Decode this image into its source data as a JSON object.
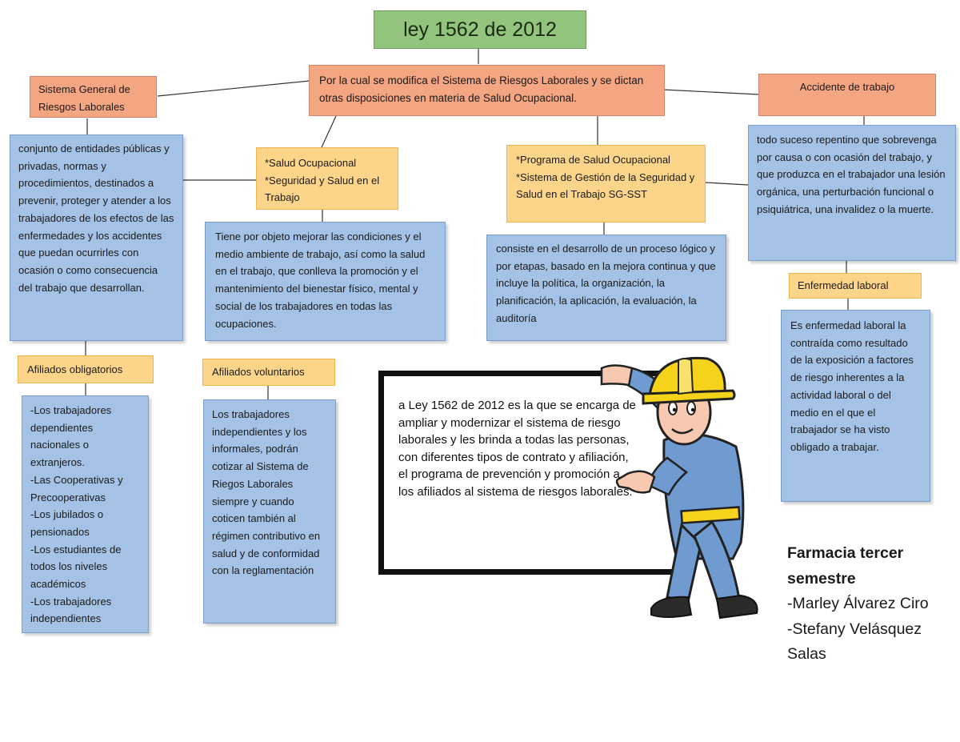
{
  "title": "ley 1562 de 2012",
  "definition": "Por la cual se modifica el Sistema de Riesgos Laborales y se dictan otras disposiciones en materia de Salud Ocupacional.",
  "left": {
    "heading": "Sistema General de Riesgos Laborales",
    "description": "conjunto de entidades públicas y privadas, normas y procedimientos, destinados a prevenir, proteger y atender a los trabajadores de los efectos de las enfermedades y los accidentes que puedan ocurrirles con ocasión o como consecuencia del trabajo que desarrollan.",
    "affiliates_mandatory": {
      "label": "Afiliados obligatorios",
      "items": "-Los trabajadores dependientes nacionales o extranjeros.\n-Las Cooperativas y Precooperativas\n-Los jubilados o pensionados\n-Los estudiantes de todos los niveles académicos\n-Los trabajadores independientes"
    }
  },
  "center_left": {
    "heading": "*Salud Ocupacional\n*Seguridad y Salud en el Trabajo",
    "description": "Tiene por objeto mejorar las condiciones y el medio ambiente de trabajo, así como la salud en el trabajo, que conlleva la promoción y el mantenimiento del bienestar físico, mental y social de los trabajadores en todas las ocupaciones.",
    "affiliates_voluntary": {
      "label": "Afiliados voluntarios",
      "items": "Los trabajadores independientes y los informales, podrán cotizar al Sistema de Riegos Laborales siempre y cuando coticen también al régimen contributivo en salud y de conformidad con la reglamentación"
    }
  },
  "center_right": {
    "heading": "*Programa de Salud Ocupacional\n*Sistema de Gestión de la Seguridad y Salud en el Trabajo SG-SST",
    "description": "consiste en el desarrollo de un proceso lógico y por etapas, basado en la mejora continua y que incluye la política, la organización, la planificación, la aplicación, la evaluación, la auditoría"
  },
  "right": {
    "heading": "Accidente de trabajo",
    "description": "todo suceso repentino que sobrevenga por causa o con ocasión del trabajo, y que produzca en el trabajador una lesión orgánica, una perturbación funcional o psiquiátrica, una invalidez o la muerte.",
    "disease": {
      "label": "Enfermedad laboral",
      "description": "Es enfermedad laboral la contraída como resultado de la exposición a factores de riesgo inherentes a la actividad laboral o del medio en el que el trabajador se ha visto obligado a trabajar."
    }
  },
  "sign_text": "a Ley 1562 de 2012 es la que se encarga de ampliar y modernizar el sistema de riesgo laborales y les brinda a todas las personas, con diferentes tipos de contrato y afiliación, el programa de prevención y promoción a los afiliados al sistema de riesgos laborales.",
  "authors": {
    "heading": "Farmacia tercer semestre",
    "names": "-Marley Álvarez Ciro\n-Stefany Velásquez Salas"
  },
  "colors": {
    "title_green": "#93c47d",
    "salmon": "#f4a582",
    "yellow": "#fdd58a",
    "blue": "#a4c2e6",
    "helmet": "#f5d31a",
    "uniform": "#6f9bd1"
  },
  "illustration": "worker-with-helmet-pointing-at-sign"
}
